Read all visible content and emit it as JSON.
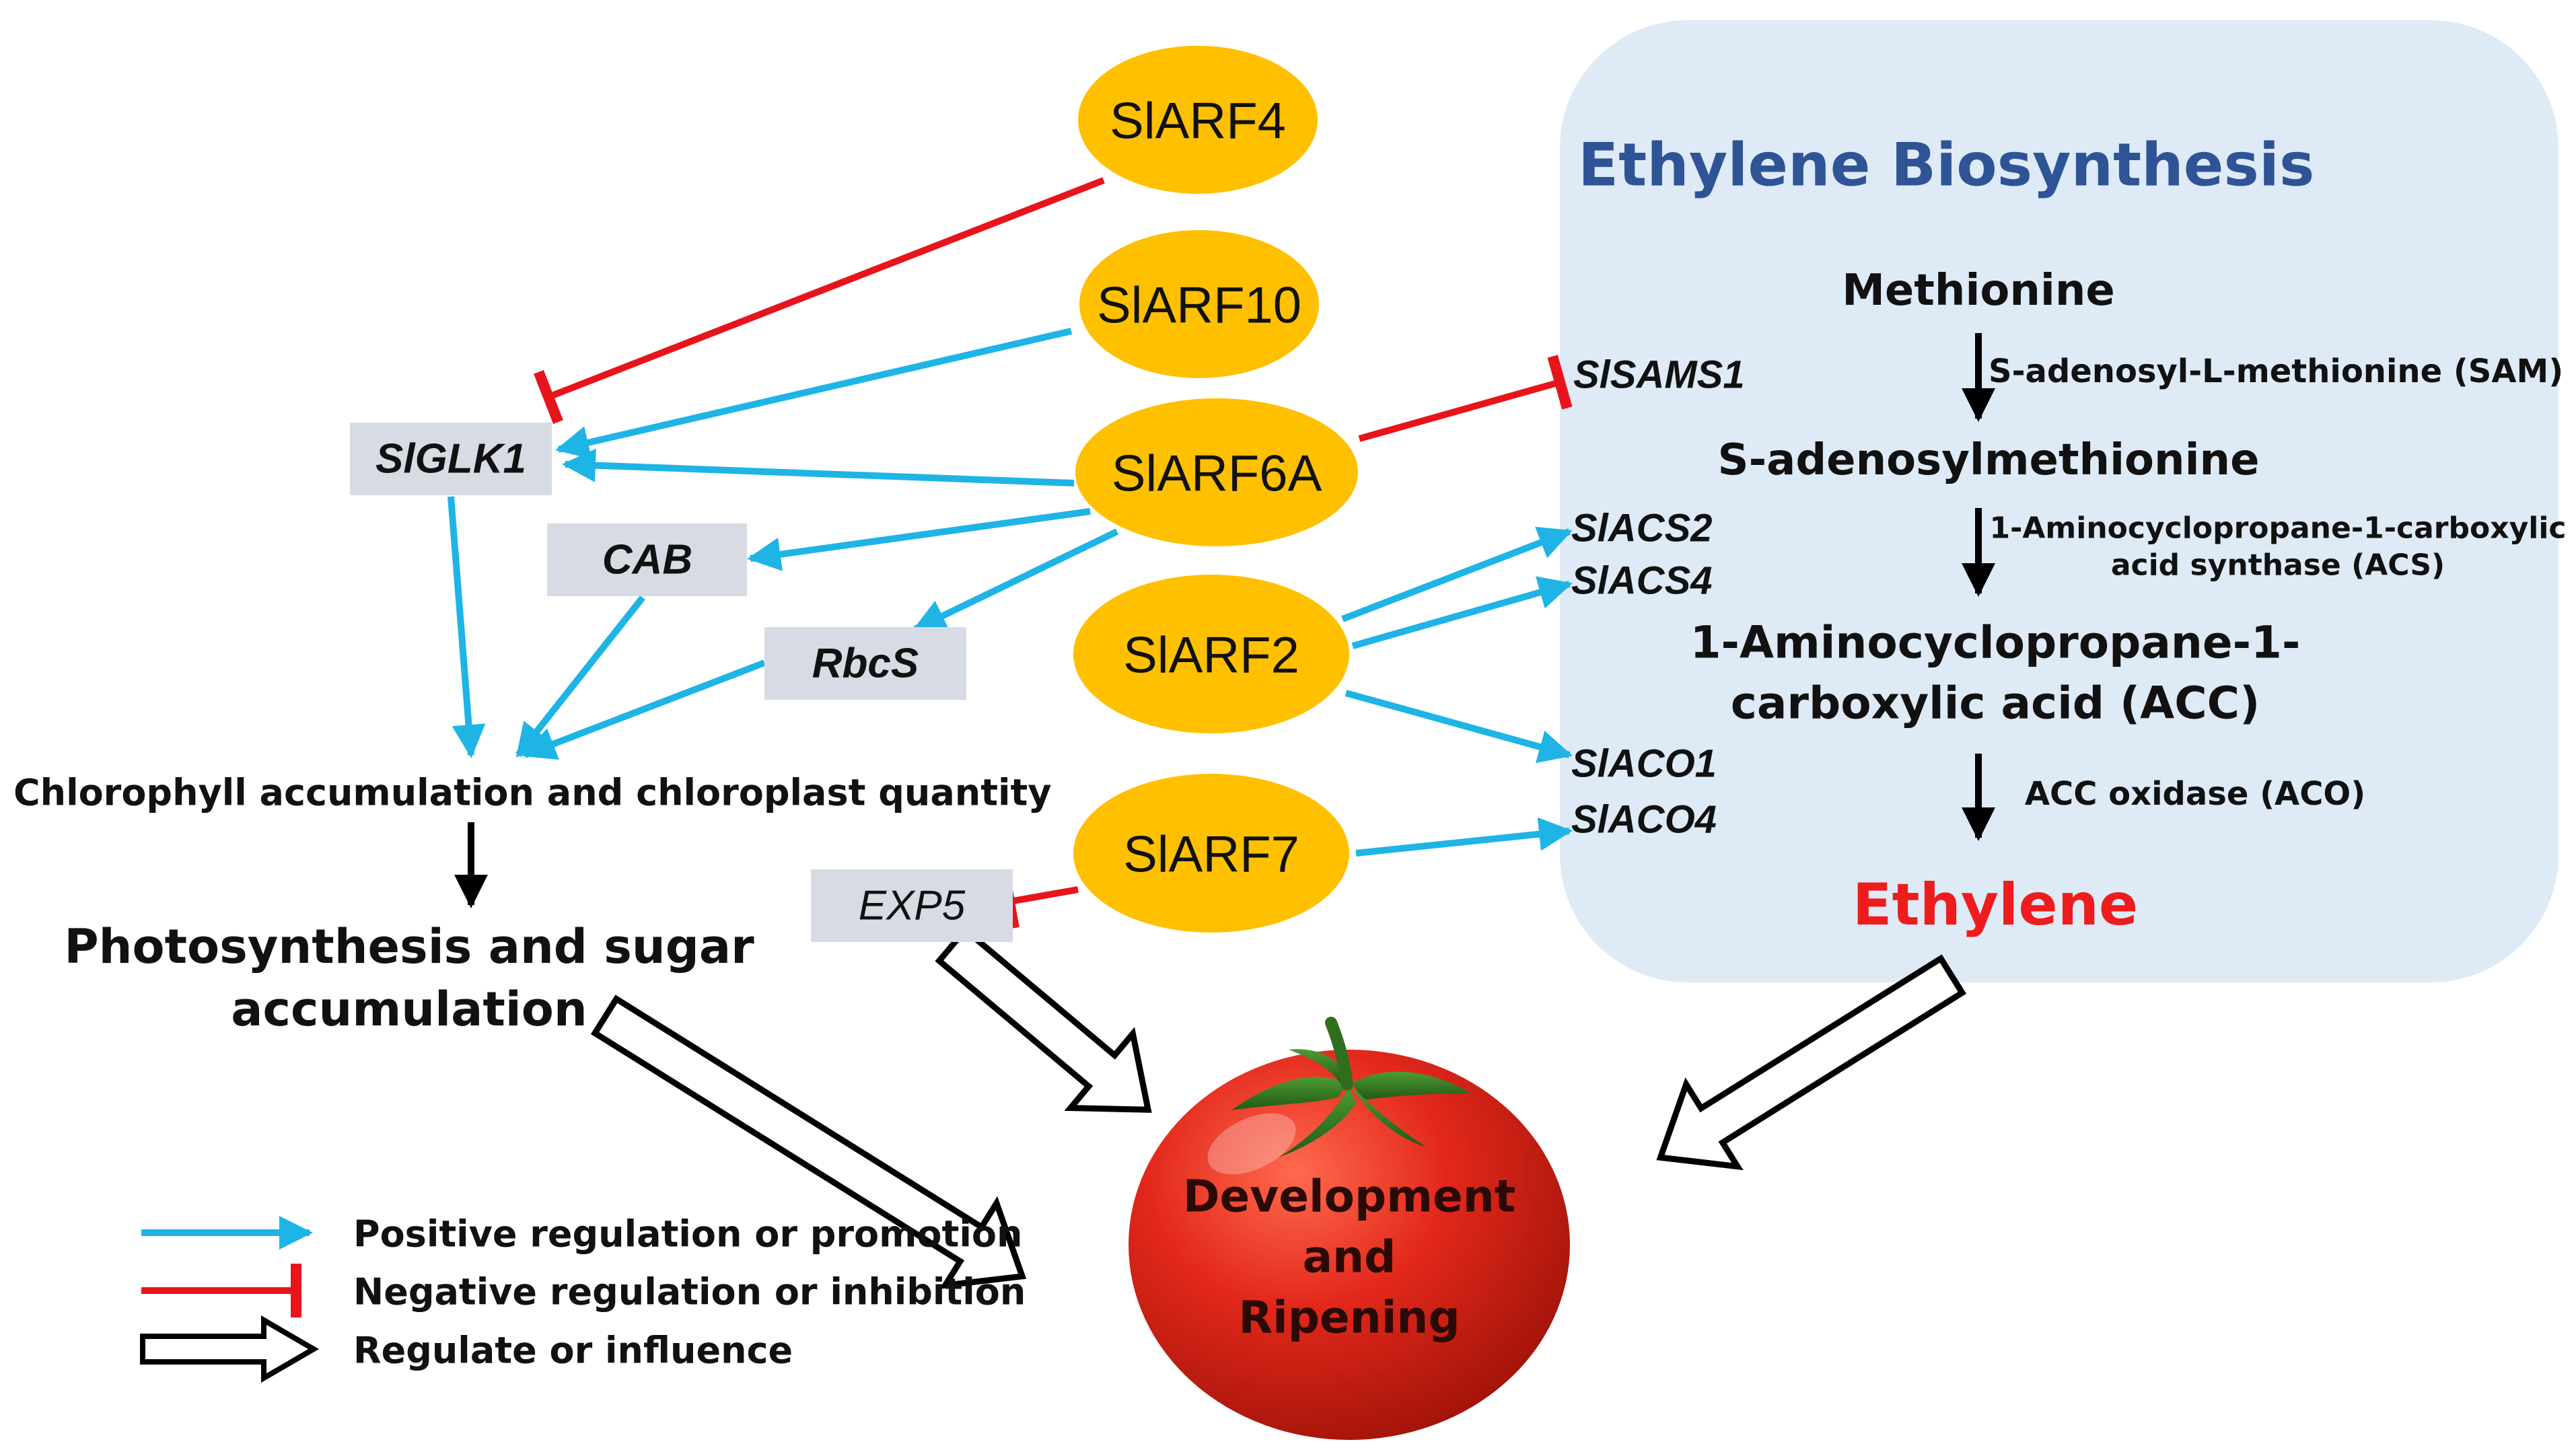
{
  "colors": {
    "positive": "#1FB4E6",
    "negative": "#E8141C",
    "oval": "#FFC000",
    "gene_box": "#D7DCE4",
    "panel": "#DEEAF6",
    "panel_title": "#2E5496",
    "ethylene": "#EE1C1C",
    "tomato": "#D8261A"
  },
  "arf_factors": [
    "SlARF4",
    "SlARF10",
    "SlARF6A",
    "SlARF2",
    "SlARF7"
  ],
  "target_genes": [
    "SlGLK1",
    "CAB",
    "RbcS",
    "EXP5"
  ],
  "left": {
    "chlorophyll": "Chlorophyll accumulation and chloroplast quantity",
    "photosynthesis_line1": "Photosynthesis and sugar",
    "photosynthesis_line2": "accumulation"
  },
  "biosynthesis": {
    "title": "Ethylene Biosynthesis",
    "methionine": "Methionine",
    "sam_enzyme": "S-adenosyl-L-methionine (SAM)",
    "sam": "S-adenosylmethionine",
    "acs_line1": "1-Aminocyclopropane-1-carboxylic",
    "acs_line2": "acid synthase (ACS)",
    "acc_line1": "1-Aminocyclopropane-1-",
    "acc_line2": "carboxylic acid (ACC)",
    "aco": "ACC oxidase (ACO)",
    "ethylene": "Ethylene",
    "genes": [
      "SlSAMS1",
      "SlACS2",
      "SlACS4",
      "SlACO1",
      "SlACO4"
    ]
  },
  "tomato": {
    "line1": "Development",
    "line2": "and",
    "line3": "Ripening"
  },
  "legend": [
    {
      "type": "positive",
      "label": "Positive regulation or promotion"
    },
    {
      "type": "negative",
      "label": "Negative regulation or inhibition"
    },
    {
      "type": "influence",
      "label": "Regulate or influence"
    }
  ]
}
